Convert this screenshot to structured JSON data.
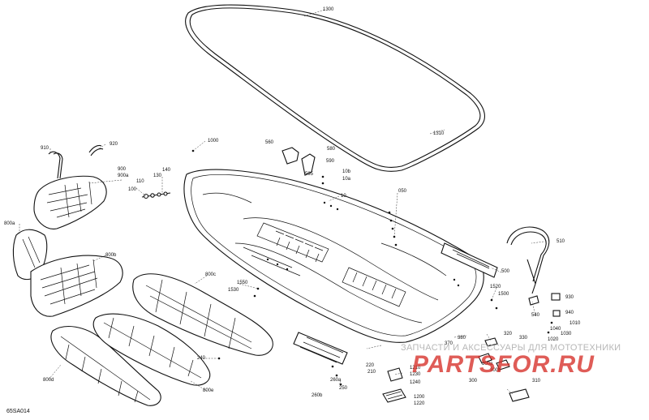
{
  "figure": {
    "code": "65SA014"
  },
  "watermark": {
    "text": "ЗАПЧАСТИ И АКСЕССУАРЫ ДЛЯ МОТОТЕХНИКИ",
    "logo_main": "PARTSFOR",
    "logo_tail": ".RU",
    "color": "#d62e28"
  },
  "callouts": [
    {
      "id": "c1300",
      "label": "1300"
    },
    {
      "id": "c1310",
      "label": "1310"
    },
    {
      "id": "c1000",
      "label": "1000"
    },
    {
      "id": "c560",
      "label": "560"
    },
    {
      "id": "c580",
      "label": "580"
    },
    {
      "id": "c590",
      "label": "590"
    },
    {
      "id": "c595",
      "label": "595"
    },
    {
      "id": "c10b",
      "label": "10b"
    },
    {
      "id": "c10a",
      "label": "10a"
    },
    {
      "id": "c10",
      "label": "10"
    },
    {
      "id": "c050",
      "label": "050"
    },
    {
      "id": "c910",
      "label": "910"
    },
    {
      "id": "c920",
      "label": "920"
    },
    {
      "id": "c900",
      "label": "900"
    },
    {
      "id": "c900a",
      "label": "900a"
    },
    {
      "id": "c110",
      "label": "110"
    },
    {
      "id": "c130",
      "label": "130"
    },
    {
      "id": "c140",
      "label": "140"
    },
    {
      "id": "c100",
      "label": "100"
    },
    {
      "id": "c800a",
      "label": "800a"
    },
    {
      "id": "c800b",
      "label": "800b"
    },
    {
      "id": "c800c",
      "label": "800c"
    },
    {
      "id": "c800d",
      "label": "800d"
    },
    {
      "id": "c800e",
      "label": "800e"
    },
    {
      "id": "c1550",
      "label": "1550"
    },
    {
      "id": "c1530",
      "label": "1530"
    },
    {
      "id": "c510",
      "label": "510"
    },
    {
      "id": "c500",
      "label": "500"
    },
    {
      "id": "c1520",
      "label": "1520"
    },
    {
      "id": "c1500",
      "label": "1500"
    },
    {
      "id": "c930",
      "label": "930"
    },
    {
      "id": "c540",
      "label": "540"
    },
    {
      "id": "c940",
      "label": "940"
    },
    {
      "id": "c1040",
      "label": "1040"
    },
    {
      "id": "c1010",
      "label": "1010"
    },
    {
      "id": "c1030",
      "label": "1030"
    },
    {
      "id": "c1020",
      "label": "1020"
    },
    {
      "id": "c380",
      "label": "380"
    },
    {
      "id": "c370",
      "label": "370"
    },
    {
      "id": "c320",
      "label": "320"
    },
    {
      "id": "c330",
      "label": "330"
    },
    {
      "id": "c300a",
      "label": "300a"
    },
    {
      "id": "c300b",
      "label": "300b"
    },
    {
      "id": "c300",
      "label": "300"
    },
    {
      "id": "c310",
      "label": "310"
    },
    {
      "id": "c220",
      "label": "220"
    },
    {
      "id": "c210",
      "label": "210"
    },
    {
      "id": "c240",
      "label": "240"
    },
    {
      "id": "c260a",
      "label": "260a"
    },
    {
      "id": "c250",
      "label": "250"
    },
    {
      "id": "c260b",
      "label": "260b"
    },
    {
      "id": "c1210",
      "label": "1210"
    },
    {
      "id": "c1230",
      "label": "1230"
    },
    {
      "id": "c1240",
      "label": "1240"
    },
    {
      "id": "c1200",
      "label": "1200"
    },
    {
      "id": "c1220",
      "label": "1220"
    }
  ]
}
